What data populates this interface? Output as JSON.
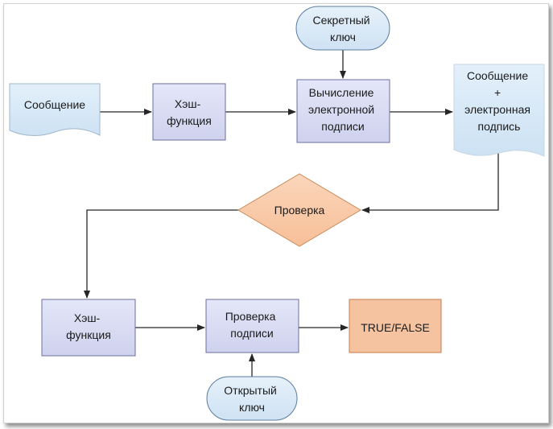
{
  "diagram": {
    "title": "",
    "nodes": {
      "message": {
        "type": "document",
        "lines": [
          "Сообщение"
        ]
      },
      "hash1": {
        "type": "process",
        "lines": [
          "Хэш-",
          "функция"
        ]
      },
      "sign_calc": {
        "type": "process",
        "lines": [
          "Вычисление",
          "электронной",
          "подписи"
        ]
      },
      "secret_key": {
        "type": "terminator",
        "lines": [
          "Секретный",
          "ключ"
        ]
      },
      "signed_message": {
        "type": "document",
        "lines": [
          "Сообщение",
          "+",
          "электронная",
          "подпись"
        ]
      },
      "check": {
        "type": "decision",
        "lines": [
          "Проверка"
        ]
      },
      "hash2": {
        "type": "process",
        "lines": [
          "Хэш-",
          "функция"
        ]
      },
      "sign_verify": {
        "type": "process",
        "lines": [
          "Проверка",
          "подписи"
        ]
      },
      "result": {
        "type": "process-highlight",
        "lines": [
          "TRUE/FALSE"
        ]
      },
      "public_key": {
        "type": "terminator",
        "lines": [
          "Открытый",
          "ключ"
        ]
      }
    },
    "edges": [
      {
        "from": "message",
        "to": "hash1"
      },
      {
        "from": "hash1",
        "to": "sign_calc"
      },
      {
        "from": "secret_key",
        "to": "sign_calc"
      },
      {
        "from": "sign_calc",
        "to": "signed_message"
      },
      {
        "from": "signed_message",
        "to": "check"
      },
      {
        "from": "check",
        "to": "hash2"
      },
      {
        "from": "hash2",
        "to": "sign_verify"
      },
      {
        "from": "public_key",
        "to": "sign_verify"
      },
      {
        "from": "sign_verify",
        "to": "result"
      }
    ],
    "colors": {
      "process_fill": "#d8daf2",
      "process_stroke": "#6b6f9e",
      "terminator_fill": "#d9e9f6",
      "terminator_stroke": "#5a7da0",
      "document_fill": "#d6e8f6",
      "decision_fill": "#f9c9a7",
      "decision_stroke": "#c98c5c",
      "result_fill": "#f6c3a0",
      "result_stroke": "#c47c4c",
      "edge": "#262626"
    }
  }
}
